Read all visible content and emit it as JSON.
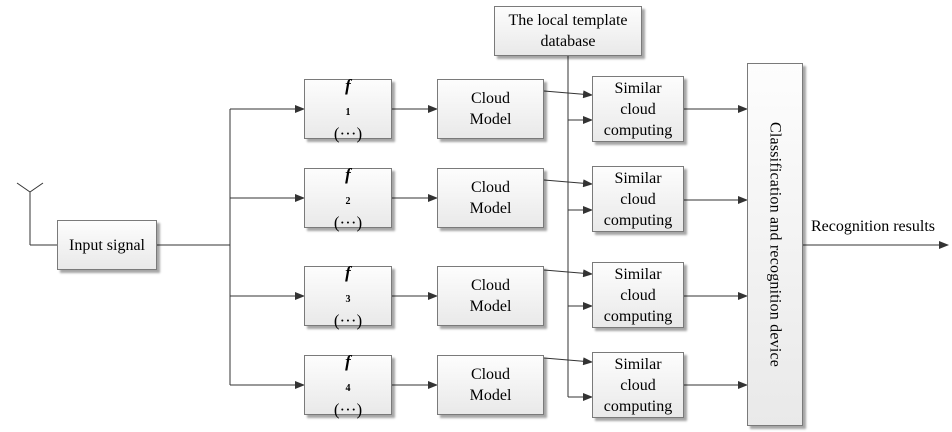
{
  "input": {
    "label": "Input signal"
  },
  "database": {
    "label": "The local template\ndatabase"
  },
  "channels": [
    {
      "func_letter": "f",
      "func_index": "1",
      "func_args": "(···)",
      "model_label": "Cloud\nModel",
      "similar_label": "Similar\ncloud\ncomputing"
    },
    {
      "func_letter": "f",
      "func_index": "2",
      "func_args": "(···)",
      "model_label": "Cloud\nModel",
      "similar_label": "Similar\ncloud\ncomputing"
    },
    {
      "func_letter": "f",
      "func_index": "3",
      "func_args": "(···)",
      "model_label": "Cloud\nModel",
      "similar_label": "Similar\ncloud\ncomputing"
    },
    {
      "func_letter": "f",
      "func_index": "4",
      "func_args": "(···)",
      "model_label": "Cloud\nModel",
      "similar_label": "Similar\ncloud\ncomputing"
    }
  ],
  "classifier": {
    "label": "Classification and recognition device"
  },
  "output": {
    "label": "Recognition results"
  }
}
